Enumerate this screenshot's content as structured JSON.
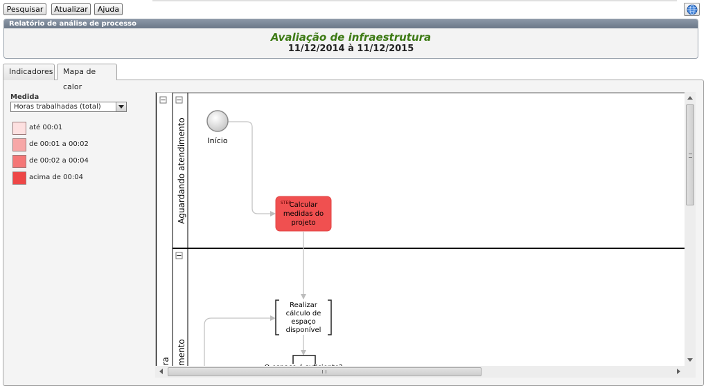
{
  "toolbar": {
    "pesquisar": "Pesquisar",
    "atualizar": "Atualizar",
    "ajuda": "Ajuda",
    "help_icon": "globe-help-icon"
  },
  "report": {
    "header": "Relatório de análise de processo",
    "title": "Avaliação de infraestrutura",
    "dates": "11/12/2014 à 11/12/2015"
  },
  "tabs": [
    {
      "label": "Indicadores",
      "active": false
    },
    {
      "label": "Mapa de calor",
      "active": true
    }
  ],
  "medida": {
    "label": "Medida",
    "selected": "Horas trabalhadas (total)"
  },
  "legend": [
    {
      "label": "até 00:01",
      "color": "#fde0e0"
    },
    {
      "label": "de 00:01 a 00:02",
      "color": "#f7a7a7"
    },
    {
      "label": "de 00:02 a 00:04",
      "color": "#f47777"
    },
    {
      "label": "acima de 00:04",
      "color": "#ee4646"
    }
  ],
  "diagram": {
    "pool_label_partial": "ura",
    "lanes": [
      {
        "label": "Aguardando atendimento"
      },
      {
        "label": "mento"
      }
    ],
    "collapse_symbol": "−",
    "start_event": "Início",
    "task_hot": {
      "label": [
        "Calcular",
        "medidas do",
        "projeto"
      ],
      "tag": "STEP",
      "color": "#f05050"
    },
    "task_plain": {
      "label": [
        "Realizar",
        "cálculo de",
        "espaço",
        "disponível"
      ]
    },
    "gateway_partial": "O espaço é suficiente?"
  }
}
